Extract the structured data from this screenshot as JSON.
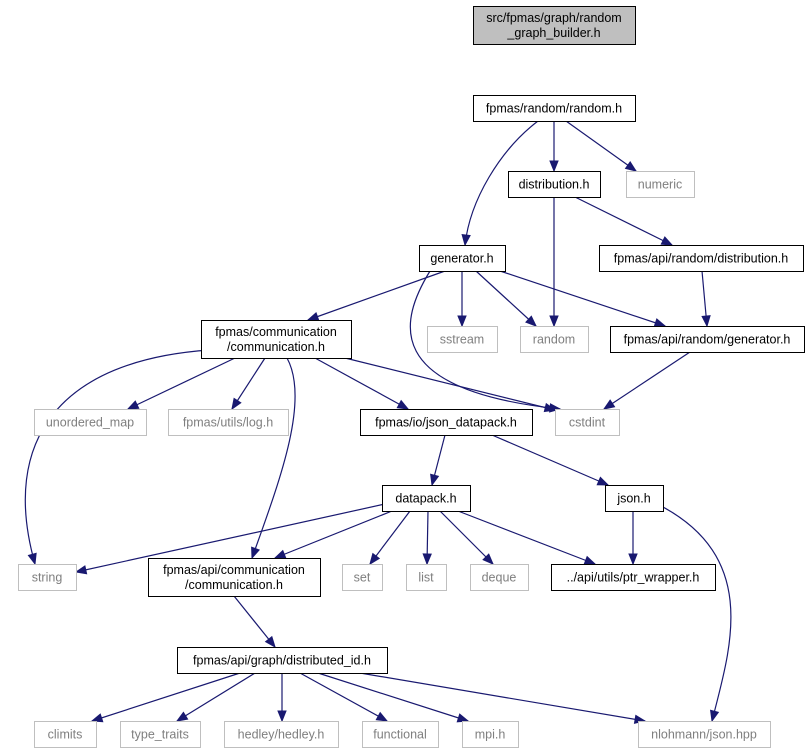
{
  "graph": {
    "nodes": [
      {
        "id": "root",
        "lines": [
          "src/fpmas/graph/random",
          "_graph_builder.h"
        ],
        "kind": "root"
      },
      {
        "id": "random_h",
        "lines": [
          "fpmas/random/random.h"
        ],
        "kind": "doc"
      },
      {
        "id": "distribution_h",
        "lines": [
          "distribution.h"
        ],
        "kind": "doc"
      },
      {
        "id": "numeric",
        "lines": [
          "numeric"
        ],
        "kind": "ext"
      },
      {
        "id": "generator_h",
        "lines": [
          "generator.h"
        ],
        "kind": "doc"
      },
      {
        "id": "api_distribution_h",
        "lines": [
          "fpmas/api/random/distribution.h"
        ],
        "kind": "doc"
      },
      {
        "id": "communication_h",
        "lines": [
          "fpmas/communication",
          "/communication.h"
        ],
        "kind": "doc"
      },
      {
        "id": "sstream",
        "lines": [
          "sstream"
        ],
        "kind": "ext"
      },
      {
        "id": "random",
        "lines": [
          "random"
        ],
        "kind": "ext"
      },
      {
        "id": "api_generator_h",
        "lines": [
          "fpmas/api/random/generator.h"
        ],
        "kind": "doc"
      },
      {
        "id": "unordered_map",
        "lines": [
          "unordered_map"
        ],
        "kind": "ext"
      },
      {
        "id": "log_h",
        "lines": [
          "fpmas/utils/log.h"
        ],
        "kind": "ext"
      },
      {
        "id": "json_datapack_h",
        "lines": [
          "fpmas/io/json_datapack.h"
        ],
        "kind": "doc"
      },
      {
        "id": "cstdint",
        "lines": [
          "cstdint"
        ],
        "kind": "ext"
      },
      {
        "id": "datapack_h",
        "lines": [
          "datapack.h"
        ],
        "kind": "doc"
      },
      {
        "id": "json_h",
        "lines": [
          "json.h"
        ],
        "kind": "doc"
      },
      {
        "id": "string",
        "lines": [
          "string"
        ],
        "kind": "ext"
      },
      {
        "id": "api_communication_h",
        "lines": [
          "fpmas/api/communication",
          "/communication.h"
        ],
        "kind": "doc"
      },
      {
        "id": "set",
        "lines": [
          "set"
        ],
        "kind": "ext"
      },
      {
        "id": "list",
        "lines": [
          "list"
        ],
        "kind": "ext"
      },
      {
        "id": "deque",
        "lines": [
          "deque"
        ],
        "kind": "ext"
      },
      {
        "id": "ptr_wrapper_h",
        "lines": [
          "../api/utils/ptr_wrapper.h"
        ],
        "kind": "doc"
      },
      {
        "id": "distributed_id_h",
        "lines": [
          "fpmas/api/graph/distributed_id.h"
        ],
        "kind": "doc"
      },
      {
        "id": "climits",
        "lines": [
          "climits"
        ],
        "kind": "ext"
      },
      {
        "id": "type_traits",
        "lines": [
          "type_traits"
        ],
        "kind": "ext"
      },
      {
        "id": "hedley_h",
        "lines": [
          "hedley/hedley.h"
        ],
        "kind": "ext"
      },
      {
        "id": "functional",
        "lines": [
          "functional"
        ],
        "kind": "ext"
      },
      {
        "id": "mpi_h",
        "lines": [
          "mpi.h"
        ],
        "kind": "ext"
      },
      {
        "id": "json_hpp",
        "lines": [
          "nlohmann/json.hpp"
        ],
        "kind": "ext"
      }
    ],
    "edges": [
      {
        "from": "root",
        "to": "random_h"
      },
      {
        "from": "random_h",
        "to": "generator_h"
      },
      {
        "from": "random_h",
        "to": "distribution_h"
      },
      {
        "from": "random_h",
        "to": "numeric"
      },
      {
        "from": "distribution_h",
        "to": "random"
      },
      {
        "from": "distribution_h",
        "to": "api_distribution_h"
      },
      {
        "from": "api_distribution_h",
        "to": "api_generator_h"
      },
      {
        "from": "generator_h",
        "to": "communication_h"
      },
      {
        "from": "generator_h",
        "to": "sstream"
      },
      {
        "from": "generator_h",
        "to": "random"
      },
      {
        "from": "generator_h",
        "to": "api_generator_h"
      },
      {
        "from": "generator_h",
        "to": "cstdint"
      },
      {
        "from": "api_generator_h",
        "to": "cstdint"
      },
      {
        "from": "communication_h",
        "to": "string"
      },
      {
        "from": "communication_h",
        "to": "unordered_map"
      },
      {
        "from": "communication_h",
        "to": "log_h"
      },
      {
        "from": "communication_h",
        "to": "json_datapack_h"
      },
      {
        "from": "communication_h",
        "to": "cstdint"
      },
      {
        "from": "communication_h",
        "to": "api_communication_h"
      },
      {
        "from": "json_datapack_h",
        "to": "datapack_h"
      },
      {
        "from": "json_datapack_h",
        "to": "json_h"
      },
      {
        "from": "datapack_h",
        "to": "string"
      },
      {
        "from": "datapack_h",
        "to": "api_communication_h"
      },
      {
        "from": "datapack_h",
        "to": "set"
      },
      {
        "from": "datapack_h",
        "to": "list"
      },
      {
        "from": "datapack_h",
        "to": "deque"
      },
      {
        "from": "datapack_h",
        "to": "ptr_wrapper_h"
      },
      {
        "from": "json_h",
        "to": "ptr_wrapper_h"
      },
      {
        "from": "json_h",
        "to": "json_hpp"
      },
      {
        "from": "api_communication_h",
        "to": "distributed_id_h"
      },
      {
        "from": "distributed_id_h",
        "to": "climits"
      },
      {
        "from": "distributed_id_h",
        "to": "type_traits"
      },
      {
        "from": "distributed_id_h",
        "to": "hedley_h"
      },
      {
        "from": "distributed_id_h",
        "to": "functional"
      },
      {
        "from": "distributed_id_h",
        "to": "mpi_h"
      },
      {
        "from": "distributed_id_h",
        "to": "json_hpp"
      }
    ]
  }
}
